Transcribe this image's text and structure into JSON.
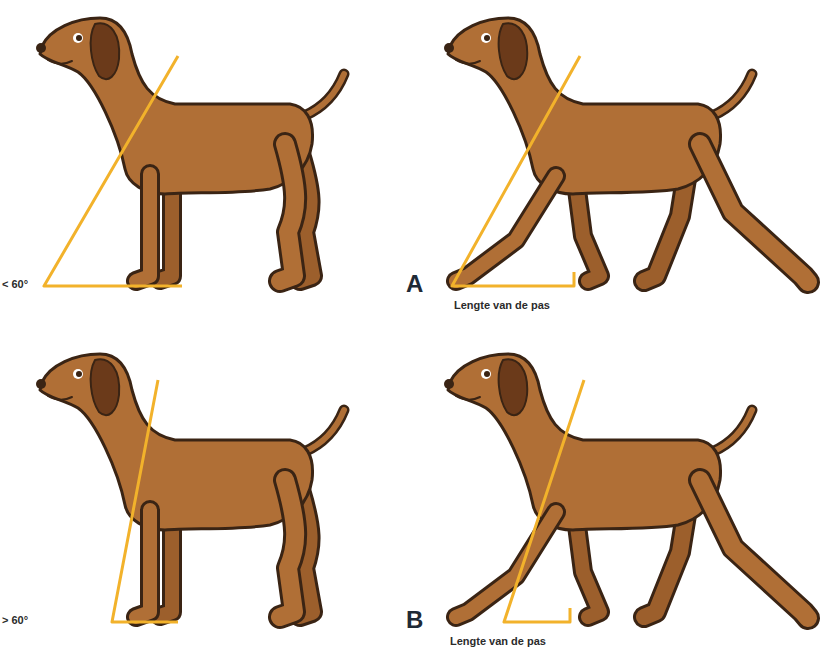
{
  "diagram": {
    "labels": [
      "< 60°",
      "A",
      "Lengte van de pas",
      "> 60°",
      "B",
      "Lengte van de pas"
    ]
  }
}
